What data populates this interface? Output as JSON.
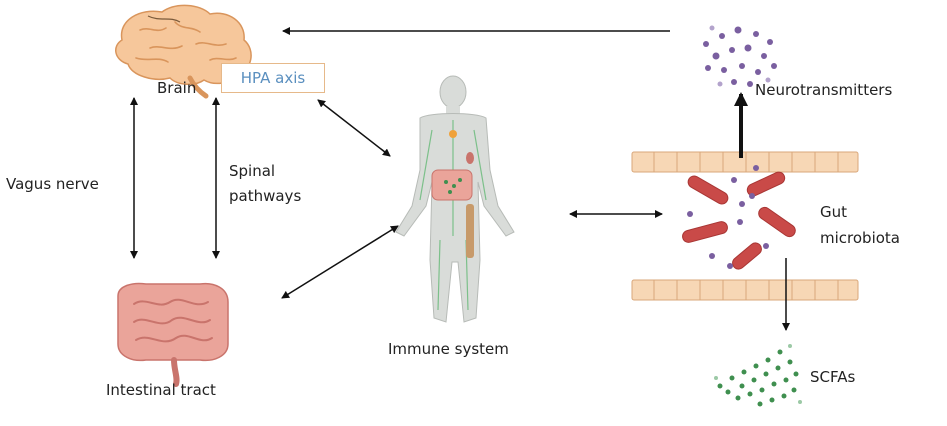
{
  "labels": {
    "brain": "Brain",
    "hpa_axis": "HPA axis",
    "vagus_nerve": "Vagus nerve",
    "spinal_line1": "Spinal",
    "spinal_line2": "pathways",
    "intestinal_tract": "Intestinal tract",
    "immune_system": "Immune system",
    "neurotransmitters": "Neurotransmitters",
    "gut_line1": "Gut",
    "gut_line2": "microbiota",
    "scfas": "SCFAs"
  },
  "icons": [
    "brain-icon",
    "intestine-icon",
    "human-body-icon",
    "gut-epithelium-icon",
    "bacteria-icon",
    "neurotransmitter-dots-icon",
    "scfa-dots-icon"
  ],
  "colors": {
    "brain": "#f6c79b",
    "brain_stroke": "#d9955c",
    "intestine": "#eaa49a",
    "intestine_stroke": "#c9746c",
    "body": "#d9dcd9",
    "lymph": "#7cc08a",
    "bacteria": "#c94a48",
    "epithelium": "#f7d7b5",
    "neurotransmitter": "#7a5fa0",
    "scfa": "#3f8f4f",
    "hpa_border": "#e6b98a",
    "hpa_text": "#5a8fbf"
  }
}
